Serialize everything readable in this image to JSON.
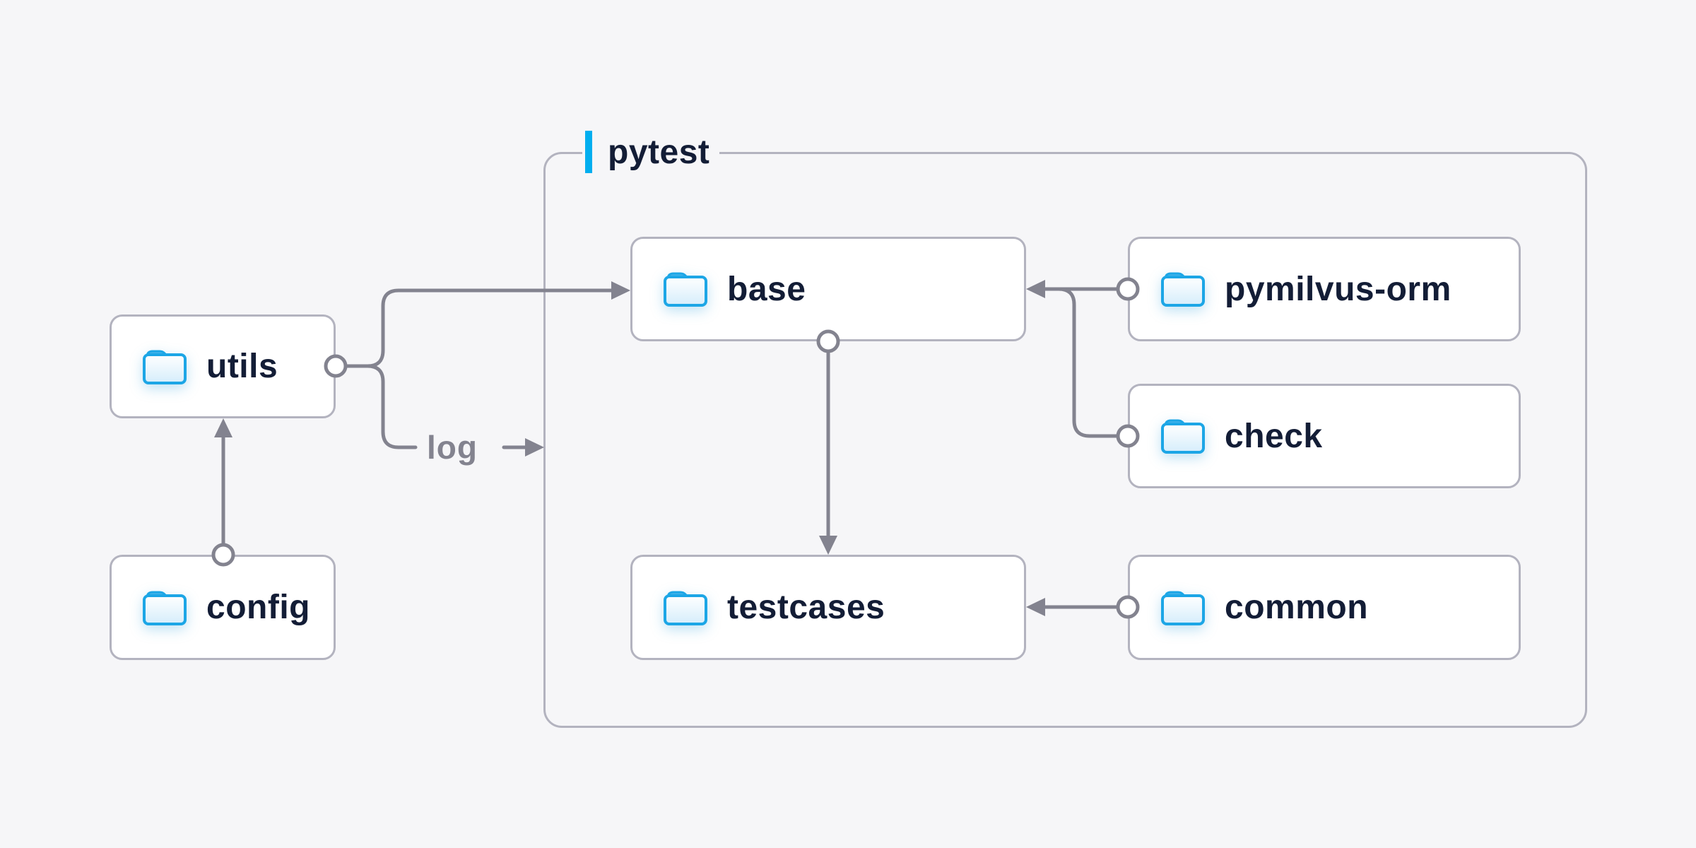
{
  "diagram": {
    "group": {
      "label": "pytest"
    },
    "nodes": {
      "utils": {
        "label": "utils"
      },
      "config": {
        "label": "config"
      },
      "base": {
        "label": "base"
      },
      "pymilvus_orm": {
        "label": "pymilvus-orm"
      },
      "check": {
        "label": "check"
      },
      "testcases": {
        "label": "testcases"
      },
      "common": {
        "label": "common"
      }
    },
    "edge_label": "log",
    "edges": [
      {
        "from": "config",
        "to": "utils",
        "type": "arrow"
      },
      {
        "from": "utils",
        "to": "base",
        "type": "arrow"
      },
      {
        "from": "utils",
        "to": "pytest",
        "type": "arrow",
        "label": "log"
      },
      {
        "from": "pymilvus-orm",
        "to": "base",
        "type": "arrow"
      },
      {
        "from": "check",
        "to": "base",
        "type": "arrow"
      },
      {
        "from": "base",
        "to": "testcases",
        "type": "arrow"
      },
      {
        "from": "common",
        "to": "testcases",
        "type": "arrow"
      }
    ],
    "colors": {
      "background": "#f6f6f8",
      "node_fill": "#ffffff",
      "border_gray": "#b3b3bf",
      "line_gray": "#83838f",
      "text_navy": "#131d36",
      "accent_cyan": "#00aeef",
      "folder_blue": "#1ca6e6",
      "folder_tab": "#45b3ea",
      "folder_fill_light": "#ffffff",
      "folder_fill_deep": "#d5edfb"
    }
  }
}
